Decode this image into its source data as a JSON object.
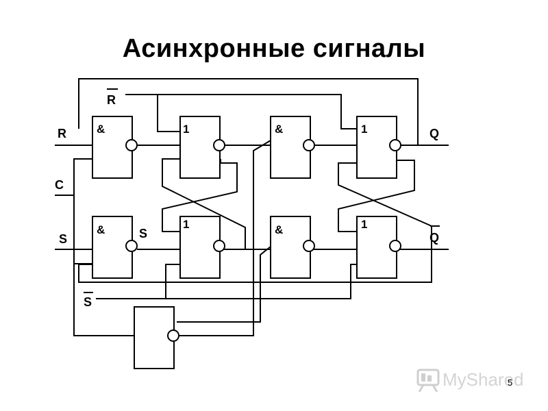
{
  "slide": {
    "title": "Асинхронные сигналы",
    "page_number": "5"
  },
  "gates": {
    "and_symbol": "&",
    "or_symbol": "1"
  },
  "signals": {
    "r": "R",
    "r_bar": "R",
    "c": "C",
    "s": "S",
    "s_internal": "S",
    "s_bar": "S",
    "q": "Q",
    "q_bar": "Q"
  },
  "watermark": {
    "text": "MyShared"
  }
}
